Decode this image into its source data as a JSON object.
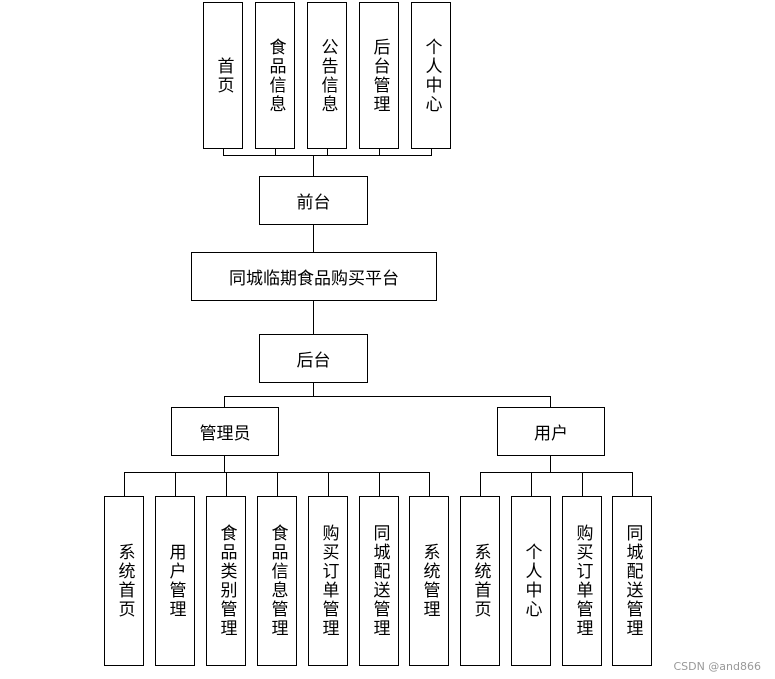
{
  "diagram": {
    "root": "同城临期食品购买平台",
    "front": {
      "label": "前台",
      "modules": [
        "首页",
        "食品信息",
        "公告信息",
        "后台管理",
        "个人中心"
      ]
    },
    "back": {
      "label": "后台",
      "admin": {
        "label": "管理员",
        "modules": [
          "系统首页",
          "用户管理",
          "食品类别管理",
          "食品信息管理",
          "购买订单管理",
          "同城配送管理",
          "系统管理"
        ]
      },
      "user": {
        "label": "用户",
        "modules": [
          "系统首页",
          "个人中心",
          "购买订单管理",
          "同城配送管理"
        ]
      }
    }
  },
  "watermark": "CSDN @and866"
}
